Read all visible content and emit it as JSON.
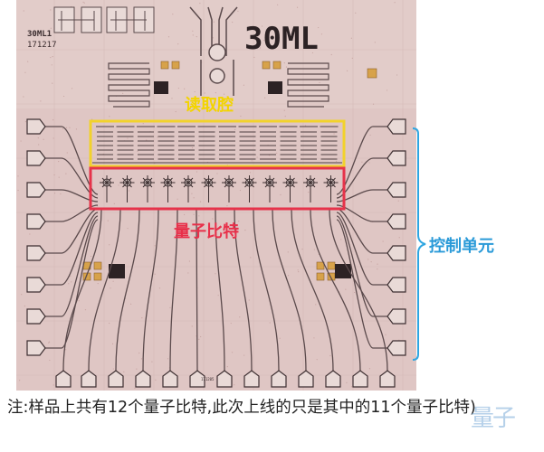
{
  "chip": {
    "label_id": "30ML1",
    "label_date": "171217",
    "big_title": "30ML",
    "tiny_label": "171205"
  },
  "annotations": {
    "readout": "读取腔",
    "qubits": "量子比特",
    "control": "控制单元"
  },
  "caption": "注:样品上共有12个量子比特,此次上线的只是其中的11个量子比特)",
  "watermark": "量子",
  "colors": {
    "chip_bg": "#dfc6c4",
    "trace": "#5b4a4c",
    "readout_box": "#f2d22b",
    "qubit_box": "#e6334a",
    "readout_text": "#f3d400",
    "qubit_text": "#e8304a",
    "bracket": "#2fa6e1",
    "control_text": "#2a9ad8",
    "pad_gold": "#d7a24a"
  }
}
